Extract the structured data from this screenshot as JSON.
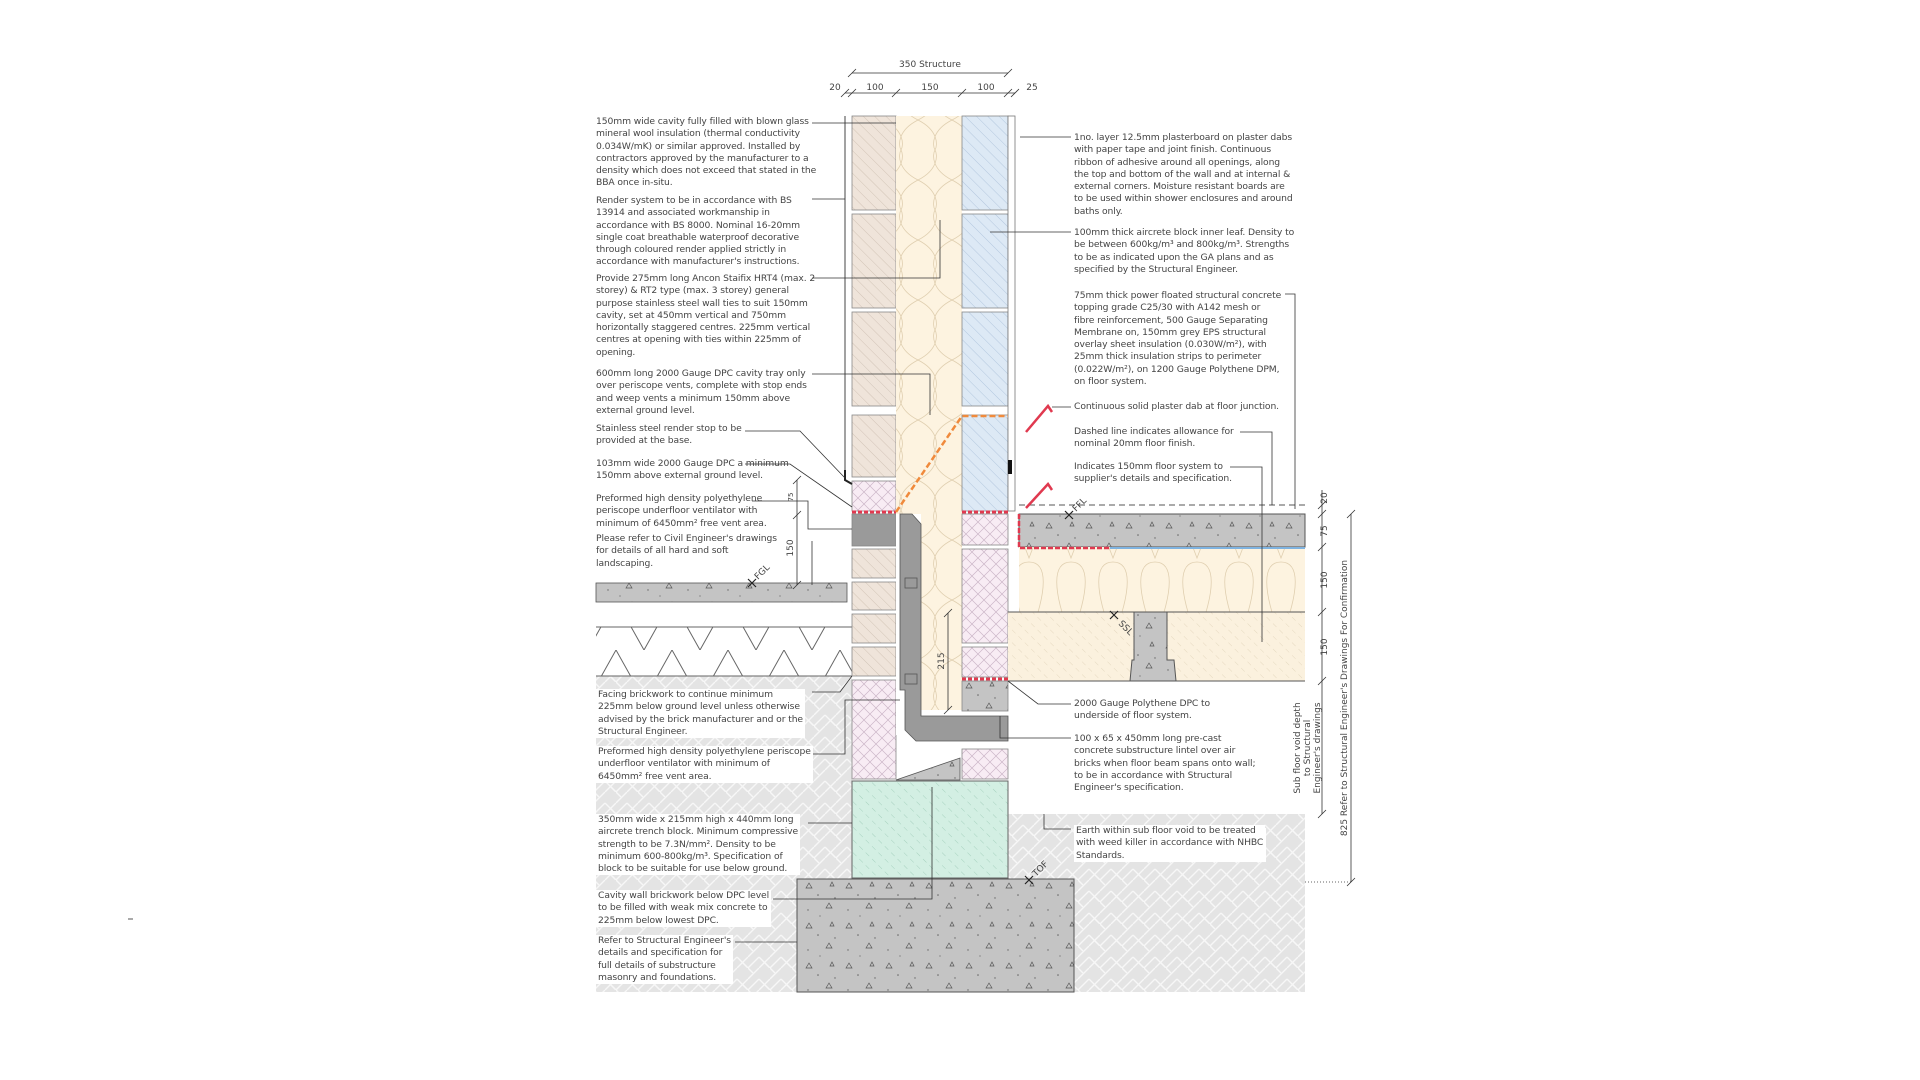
{
  "dimensions_top": {
    "overall": "350 Structure",
    "segments": [
      "20",
      "100",
      "150",
      "100",
      "25"
    ]
  },
  "dimensions_right": {
    "segments": [
      "20",
      "75",
      "150",
      "150"
    ],
    "sub_floor_label": [
      "Sub floor void depth",
      "to Structural",
      "Engineer's drawings"
    ],
    "overall": "825 Refer to Structural Engineer's Drawings For Confirmation"
  },
  "dimensions_local": {
    "vent_upper": "75",
    "vent_lower": "150",
    "cavity_fill": "215"
  },
  "levels": {
    "ffl": "FFL",
    "ssl": "SSL",
    "fgl": "FGL",
    "tof": "TOF"
  },
  "notes_left": [
    {
      "lines": [
        "150mm wide cavity fully filled with blown glass",
        "mineral wool insulation (thermal conductivity",
        "0.034W/mK) or similar approved. Installed by",
        "contractors approved by the manufacturer to a",
        "density which does not exceed that stated in the",
        "BBA once in-situ."
      ]
    },
    {
      "lines": [
        "Render system to be in accordance with BS",
        "13914 and associated workmanship in",
        "accordance with BS 8000. Nominal 16-20mm",
        "single coat breathable waterproof decorative",
        "through coloured render applied strictly in",
        "accordance with manufacturer's instructions."
      ]
    },
    {
      "lines": [
        "Provide 275mm long Ancon Staifix HRT4 (max. 2",
        "storey) & RT2 type (max. 3 storey) general",
        "purpose stainless steel wall ties to suit 150mm",
        "cavity, set at 450mm vertical and 750mm",
        "horizontally staggered centres. 225mm vertical",
        "centres at opening with ties within 225mm of",
        "opening."
      ]
    },
    {
      "lines": [
        "600mm long 2000 Gauge DPC cavity tray only",
        "over periscope vents, complete with stop ends",
        "and weep vents a minimum 150mm above",
        "external ground level."
      ]
    },
    {
      "lines": [
        "Stainless steel render stop to be",
        "provided at the base."
      ]
    },
    {
      "lines": [
        "103mm wide 2000 Gauge DPC a minimum",
        "150mm above external ground level."
      ]
    },
    {
      "lines": [
        "Preformed high density polyethylene",
        "periscope underfloor ventilator with",
        "minimum of 6450mm² free vent area."
      ]
    },
    {
      "lines": [
        "Please refer to Civil Engineer's drawings",
        "for details of all hard and soft",
        "landscaping."
      ]
    },
    {
      "lines": [
        "Facing brickwork to continue minimum",
        "225mm below ground level unless otherwise",
        "advised by the brick manufacturer and or the",
        "Structural Engineer."
      ]
    },
    {
      "lines": [
        "Preformed high density polyethylene periscope",
        "underfloor ventilator with minimum of",
        "6450mm² free vent area."
      ]
    },
    {
      "lines": [
        "350mm wide x 215mm high x 440mm long",
        "aircrete trench block. Minimum compressive",
        "strength to be 7.3N/mm². Density to be",
        "minimum 600-800kg/m³. Specification of",
        "block to be suitable for use below ground."
      ]
    },
    {
      "lines": [
        "Cavity wall brickwork below DPC level",
        "to be filled with weak mix concrete to",
        "225mm below lowest DPC."
      ]
    },
    {
      "lines": [
        "Refer to Structural Engineer's",
        "details and specification for",
        "full details of substructure",
        "masonry and foundations."
      ]
    }
  ],
  "notes_right": [
    {
      "lines": [
        "1no. layer 12.5mm plasterboard on plaster dabs",
        "with paper tape and joint finish. Continuous",
        "ribbon of adhesive around all openings, along",
        "the top and bottom of the wall and at internal &",
        "external corners. Moisture resistant boards are",
        "to be used within shower enclosures and around",
        "baths only."
      ]
    },
    {
      "lines": [
        "100mm thick aircrete block inner leaf. Density to",
        "be between 600kg/m³ and 800kg/m³. Strengths",
        "to be as indicated upon the GA plans and as",
        "specified by the Structural Engineer."
      ]
    },
    {
      "lines": [
        "75mm thick power floated structural concrete",
        "topping grade C25/30 with A142 mesh or",
        "fibre reinforcement, 500 Gauge Separating",
        "Membrane on, 150mm grey EPS structural",
        "overlay sheet insulation (0.030W/m²), with",
        "25mm thick insulation strips to perimeter",
        "(0.022W/m²), on 1200 Gauge Polythene DPM,",
        "on floor system."
      ]
    },
    {
      "lines": [
        "Continuous solid plaster dab at floor junction."
      ]
    },
    {
      "lines": [
        "Dashed line indicates allowance for",
        "nominal 20mm floor finish."
      ]
    },
    {
      "lines": [
        "Indicates 150mm floor system to",
        "supplier's details and specification."
      ]
    },
    {
      "lines": [
        "2000 Gauge Polythene DPC to",
        "underside of floor system."
      ]
    },
    {
      "lines": [
        "100 x 65 x 450mm long pre-cast",
        "concrete substructure lintel over air",
        "bricks when floor beam spans onto wall;",
        "to be in accordance with Structural",
        "Engineer's specification."
      ]
    },
    {
      "lines": [
        "Earth within sub floor void to be treated",
        "with weed killer in accordance with NHBC",
        "Standards."
      ]
    }
  ],
  "colors": {
    "brick": "#efe4da",
    "insulation": "#fdf3e0",
    "block": "#dde9f5",
    "dpc_red": "#e0394f",
    "cavity_tray_orange": "#f08a3c",
    "dpm_blue": "#7fb3e0",
    "concrete": "#c4c4c4",
    "earth": "#e4e4e4",
    "trench_block": "#d3efe3"
  }
}
